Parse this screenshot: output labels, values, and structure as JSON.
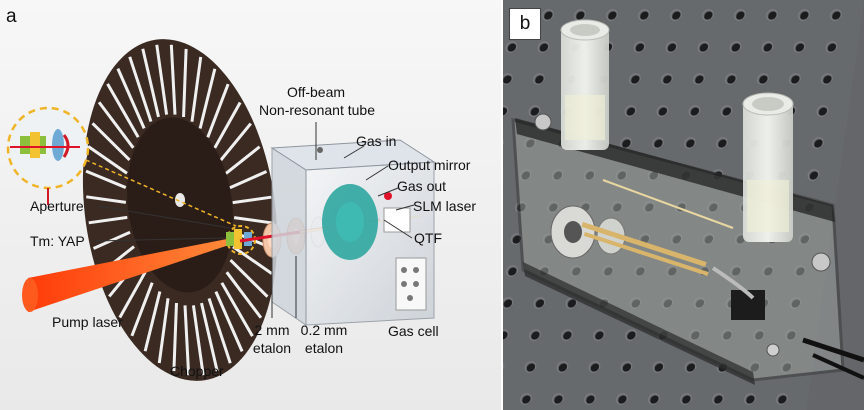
{
  "panel_a": {
    "letter": "a",
    "labels": {
      "off_beam": "Off-beam",
      "non_resonant_tube": "Non-resonant tube",
      "gas_in": "Gas in",
      "output_mirror": "Output mirror",
      "gas_out": "Gas out",
      "slm_laser": "SLM laser",
      "qtf": "QTF",
      "aperture": "Aperture",
      "tm_yap": "Tm: YAP",
      "pump_laser": "Pump laser",
      "etalon_2mm_line1": "2 mm",
      "etalon_2mm_line2": "etalon",
      "etalon_02mm_line1": "0.2 mm",
      "etalon_02mm_line2": "etalon",
      "gas_cell": "Gas cell",
      "chopper": "Chopper"
    }
  },
  "panel_b": {
    "letter": "b"
  },
  "colors": {
    "chopper": "#3a2a22",
    "pump_beam": "#ff4a12",
    "dashed_circle": "#f0b429",
    "cell_teal": "#2fa6a0",
    "laser_red": "#e0122a"
  }
}
